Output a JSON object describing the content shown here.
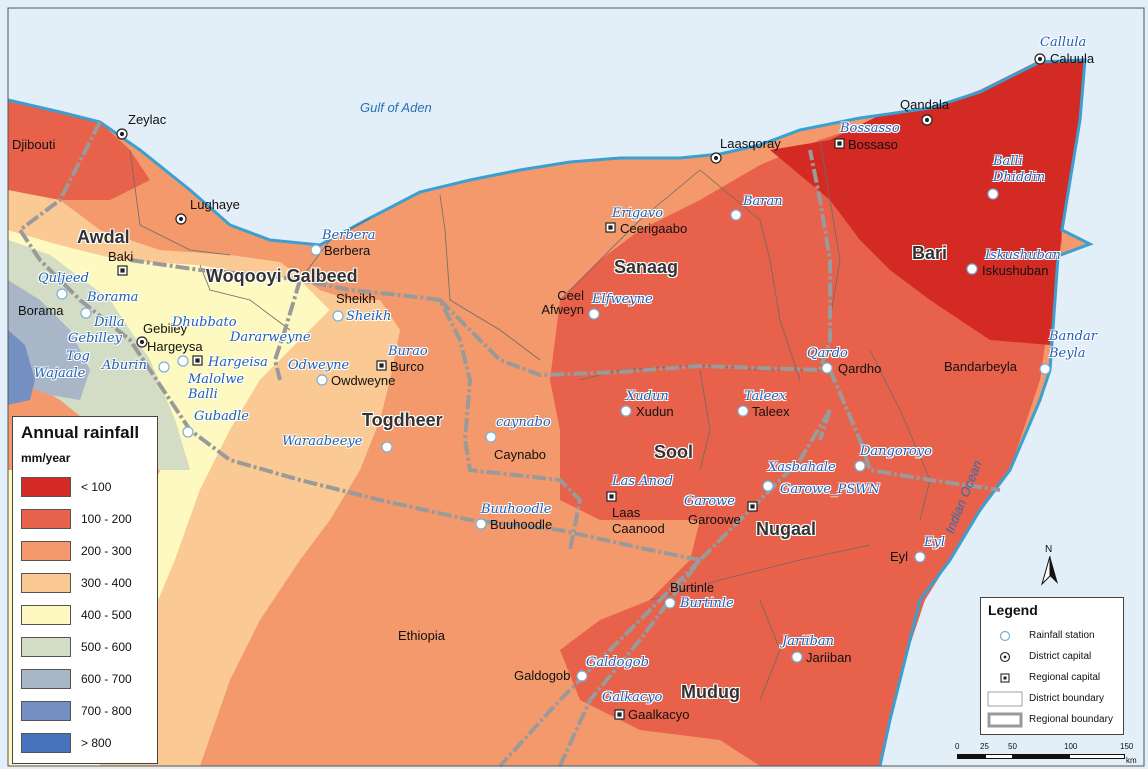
{
  "sea_labels": {
    "gulf": "Gulf of Aden",
    "ocean": "Indian Ocean"
  },
  "regions": {
    "awdal": "Awdal",
    "woqooyi": "Woqooyi Galbeed",
    "togdheer": "Togdheer",
    "sanaag": "Sanaag",
    "sool": "Sool",
    "bari": "Bari",
    "nugaal": "Nugaal",
    "mudug": "Mudug"
  },
  "countries": {
    "djibouti": "Djibouti",
    "ethiopia": "Ethiopia"
  },
  "places": {
    "zeylac": "Zeylac",
    "lughaye": "Lughaye",
    "baki": "Baki",
    "berbera": "Berbera",
    "borama": "Borama",
    "gebiley": "Gebiley",
    "hargeysa": "Hargeysa",
    "sheikh": "Sheikh",
    "burco": "Burco",
    "owdweyne": "Owdweyne",
    "ceel_afweyn": "Ceel\nAfweyn",
    "ceerigaabo": "Ceerigaabo",
    "laasqoray": "Laasqoray",
    "bossaso": "Bossaso",
    "qandala": "Qandala",
    "caluula": "Caluula",
    "iskushuban": "Iskushuban",
    "qardho": "Qardho",
    "bandarbeyla": "Bandarbeyla",
    "xudun": "Xudun",
    "taleex": "Taleex",
    "caynabo": "Caynabo",
    "buuhoodle": "Buuhoodle",
    "laas_caanood": "Laas\nCaanood",
    "garoowe": "Garoowe",
    "eyl": "Eyl",
    "burtinle": "Burtinle",
    "jariiban": "Jariiban",
    "galdogob": "Galdogob",
    "gaalkacyo": "Gaalkacyo"
  },
  "stations": {
    "callula": "Callula",
    "bossasso": "Bossasso",
    "balli_dhiddin": "Balli\nDhiddin",
    "iskushuban": "Iskushuban",
    "bandar_beyla": "Bandar\nBeyla",
    "baran": "Baran",
    "erigavo": "Erigavo",
    "elfweyne": "Elfweyne",
    "qardo": "Qardo",
    "xudun": "Xudun",
    "taleex": "Taleex",
    "dangoroyo": "Dangoroyo",
    "xasbahale": "Xasbahale",
    "garowe_pswn": "Garowe_PSWN",
    "garowe": "Garowe",
    "las_anod": "Las Anod",
    "caynabo": "caynabo",
    "buuhoodle": "Buuhoodle",
    "eyl": "Eyl",
    "burtinle": "Burtinle",
    "jariiban": "Jariiban",
    "galdogob": "Galdogob",
    "galkacyo": "Galkacyo",
    "berbera": "Berbera",
    "sheikh": "Sheikh",
    "burao": "Burao",
    "odweyne": "Odweyne",
    "waraabeeye": "Waraabeeye",
    "quljeed": "Quljeed",
    "borama": "Borama",
    "dilla": "Dilla",
    "dhubbato": "Dhubbato",
    "dararweyne": "Dararweyne",
    "gebilley": "Gebilley",
    "tog_wajaale": "Tog\nWajaale",
    "aburin": "Aburin",
    "hargeisa": "Hargeisa",
    "malolwe_balli": "Malolwe\nBalli",
    "gubadle": "Gubadle"
  },
  "rainfall_legend": {
    "title": "Annual rainfall",
    "unit": "mm/year",
    "classes": [
      {
        "label": "< 100",
        "color": "#d32a24"
      },
      {
        "label": "100 - 200",
        "color": "#e8614a"
      },
      {
        "label": "200 - 300",
        "color": "#f3996c"
      },
      {
        "label": "300 - 400",
        "color": "#fbc994"
      },
      {
        "label": "400 - 500",
        "color": "#fdf9c0"
      },
      {
        "label": "500 - 600",
        "color": "#d3dcc5"
      },
      {
        "label": "600 - 700",
        "color": "#a9b6c8"
      },
      {
        "label": "700 - 800",
        "color": "#7490c2"
      },
      {
        "label": "> 800",
        "color": "#4673bb"
      }
    ]
  },
  "symbol_legend": {
    "title": "Legend",
    "items": [
      {
        "label": "Rainfall station"
      },
      {
        "label": "District capital"
      },
      {
        "label": "Regional capital"
      },
      {
        "label": "District boundary"
      },
      {
        "label": "Regional boundary"
      }
    ]
  },
  "scale_bar": {
    "ticks": [
      "0",
      "25",
      "50",
      "100",
      "150"
    ],
    "unit": "km"
  },
  "north": "N",
  "colors": {
    "sea": "#e2eef8",
    "coast": "#3b9fd0"
  }
}
